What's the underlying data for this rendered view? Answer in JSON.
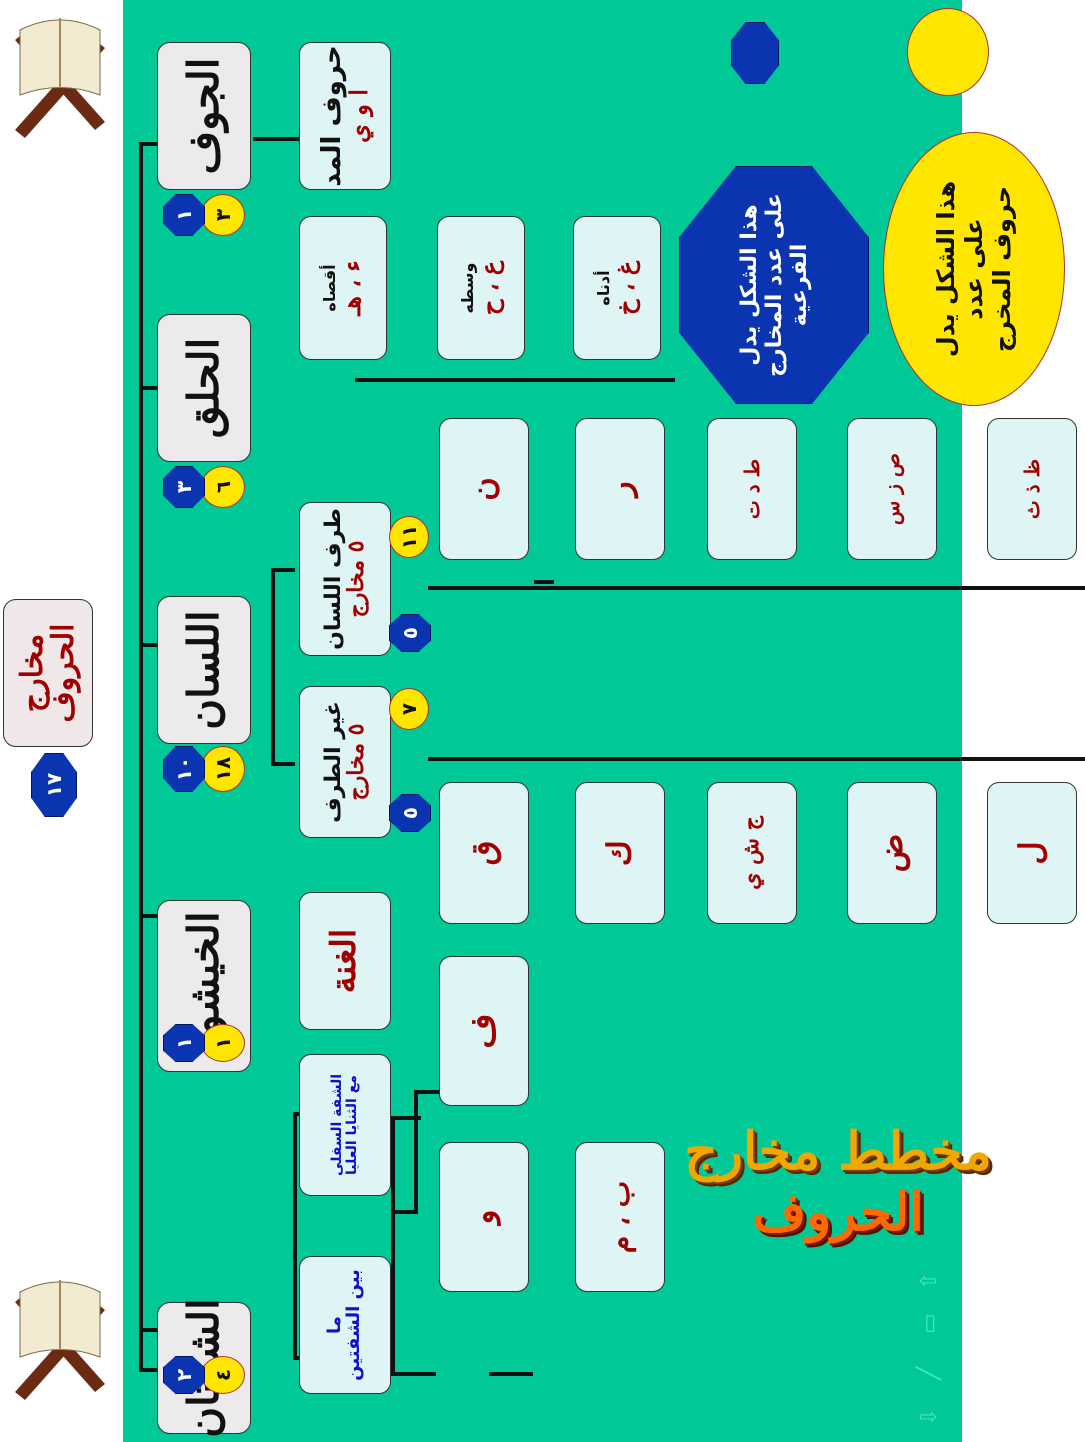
{
  "chart_root": {
    "l1": "مخارج",
    "l2": "الحروف",
    "count": "١٧"
  },
  "branches": [
    {
      "name": "الشفتان",
      "yellow": "٤",
      "blue": "٢"
    },
    {
      "name": "الخيشوم",
      "yellow": "١",
      "blue": "١"
    },
    {
      "name": "اللسان",
      "yellow": "١٨",
      "blue": "١٠"
    },
    {
      "name": "الحلق",
      "yellow": "٦",
      "blue": "٣"
    },
    {
      "name": "الجوف",
      "yellow": "٣",
      "blue": "١"
    }
  ],
  "sub": {
    "lips_between": {
      "l1": "ما",
      "l2": "بين الشفتين"
    },
    "lips_upper": {
      "l1": "الشفة السفلى",
      "l2": "مع الثنايا العليا"
    },
    "nasal": "الغنة",
    "tongue_other": {
      "l1": "غير الطرف",
      "l2": "٥ مخارج",
      "yellow": "٧",
      "blue": "٥"
    },
    "tongue_tip": {
      "l1": "طرف اللسان",
      "l2": "٥ مخارج",
      "yellow": "١١",
      "blue": "٥"
    },
    "throat_far": {
      "l1": "أقصاه",
      "l2": "ء ، هـ"
    },
    "throat_mid": {
      "l1": "وسطه",
      "l2": "ع ، ح"
    },
    "throat_near": {
      "l1": "أدناه",
      "l2": "غ ، خ"
    },
    "cavity": {
      "l1": "حروف المد",
      "l2": "ا و ي"
    }
  },
  "letters": {
    "lips_w": "و",
    "lips_bm": "ب ، م",
    "lips_f": "ف",
    "other": [
      "ق",
      "ك",
      "ج ش ي",
      "ض",
      "ل"
    ],
    "tip": [
      "ن",
      "ر",
      "ط د ت",
      "ص ز س",
      "ظ ذ ث"
    ]
  },
  "legend": {
    "blue": {
      "l1": "هذا الشكل يدل",
      "l2": "على عدد المخارج",
      "l3": "الفرعية"
    },
    "yellow": {
      "l1": "هذا الشكل يدل",
      "l2": "على عدد",
      "l3": "حروف المخرج"
    }
  },
  "title": {
    "l1": "مخطط مخارج",
    "l2": "الحروف"
  },
  "colors": {
    "bg": "#00c896",
    "yellow": "#ffe600",
    "blue": "#0b35b0",
    "box": "#dff4f4",
    "red": "#a00000"
  },
  "icons": [
    "up-arrow-icon",
    "slide-icon",
    "pen-icon",
    "down-arrow-icon"
  ]
}
